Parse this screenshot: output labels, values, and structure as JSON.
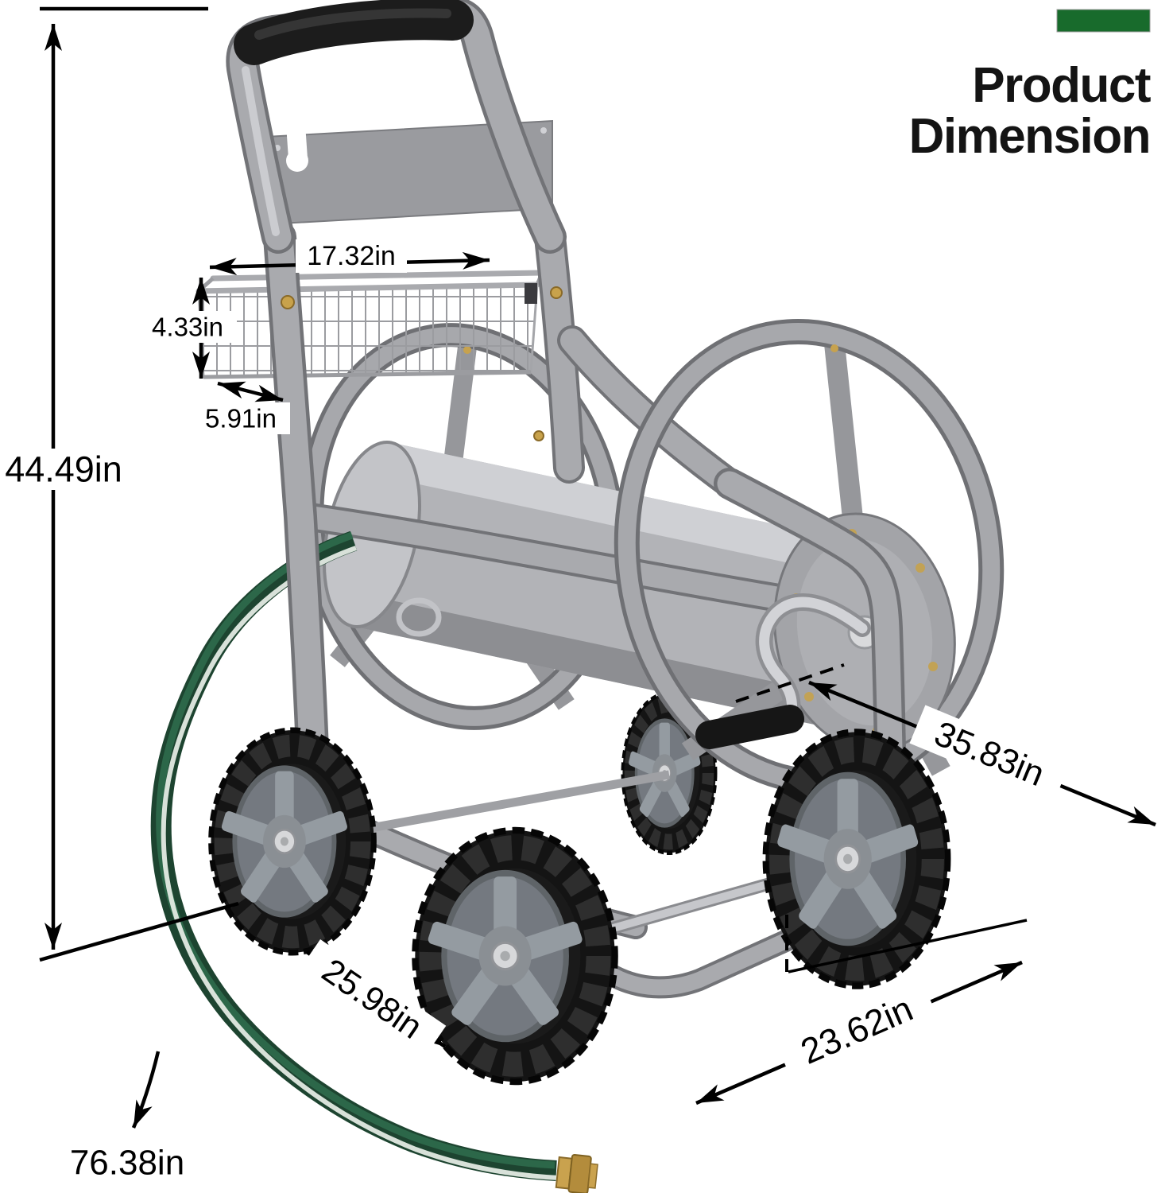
{
  "header": {
    "title_line1": "Product",
    "title_line2": "Dimension"
  },
  "annotations": {
    "basket_width": "17.32in",
    "basket_height": "4.33in",
    "basket_depth": "5.91in",
    "overall_height": "44.49in",
    "handle_to_front_depth": "35.83in",
    "side_wheelbase": "25.98in",
    "front_track_width": "23.62in",
    "hose_length": "76.38in"
  },
  "colors": {
    "accent_green": "#186b2c",
    "annotation": "#000000",
    "frame_silver": "#a9aaae",
    "tire_black": "#161616",
    "hose_green": "#24503a",
    "brass": "#c09a46"
  }
}
